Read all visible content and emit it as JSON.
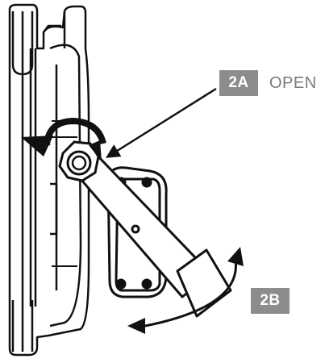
{
  "callouts": {
    "step_2a": {
      "badge": "2A",
      "label": "OPEN"
    },
    "step_2b": {
      "badge": "2B"
    }
  },
  "colors": {
    "badge_fill": "#8c8c8c",
    "badge_text": "#ffffff",
    "label_text": "#7a7a7a",
    "line_art": "#111111"
  },
  "icons": [
    "curved-open-arrow-icon",
    "pointer-arrow-icon",
    "double-headed-swing-arrow-icon"
  ]
}
